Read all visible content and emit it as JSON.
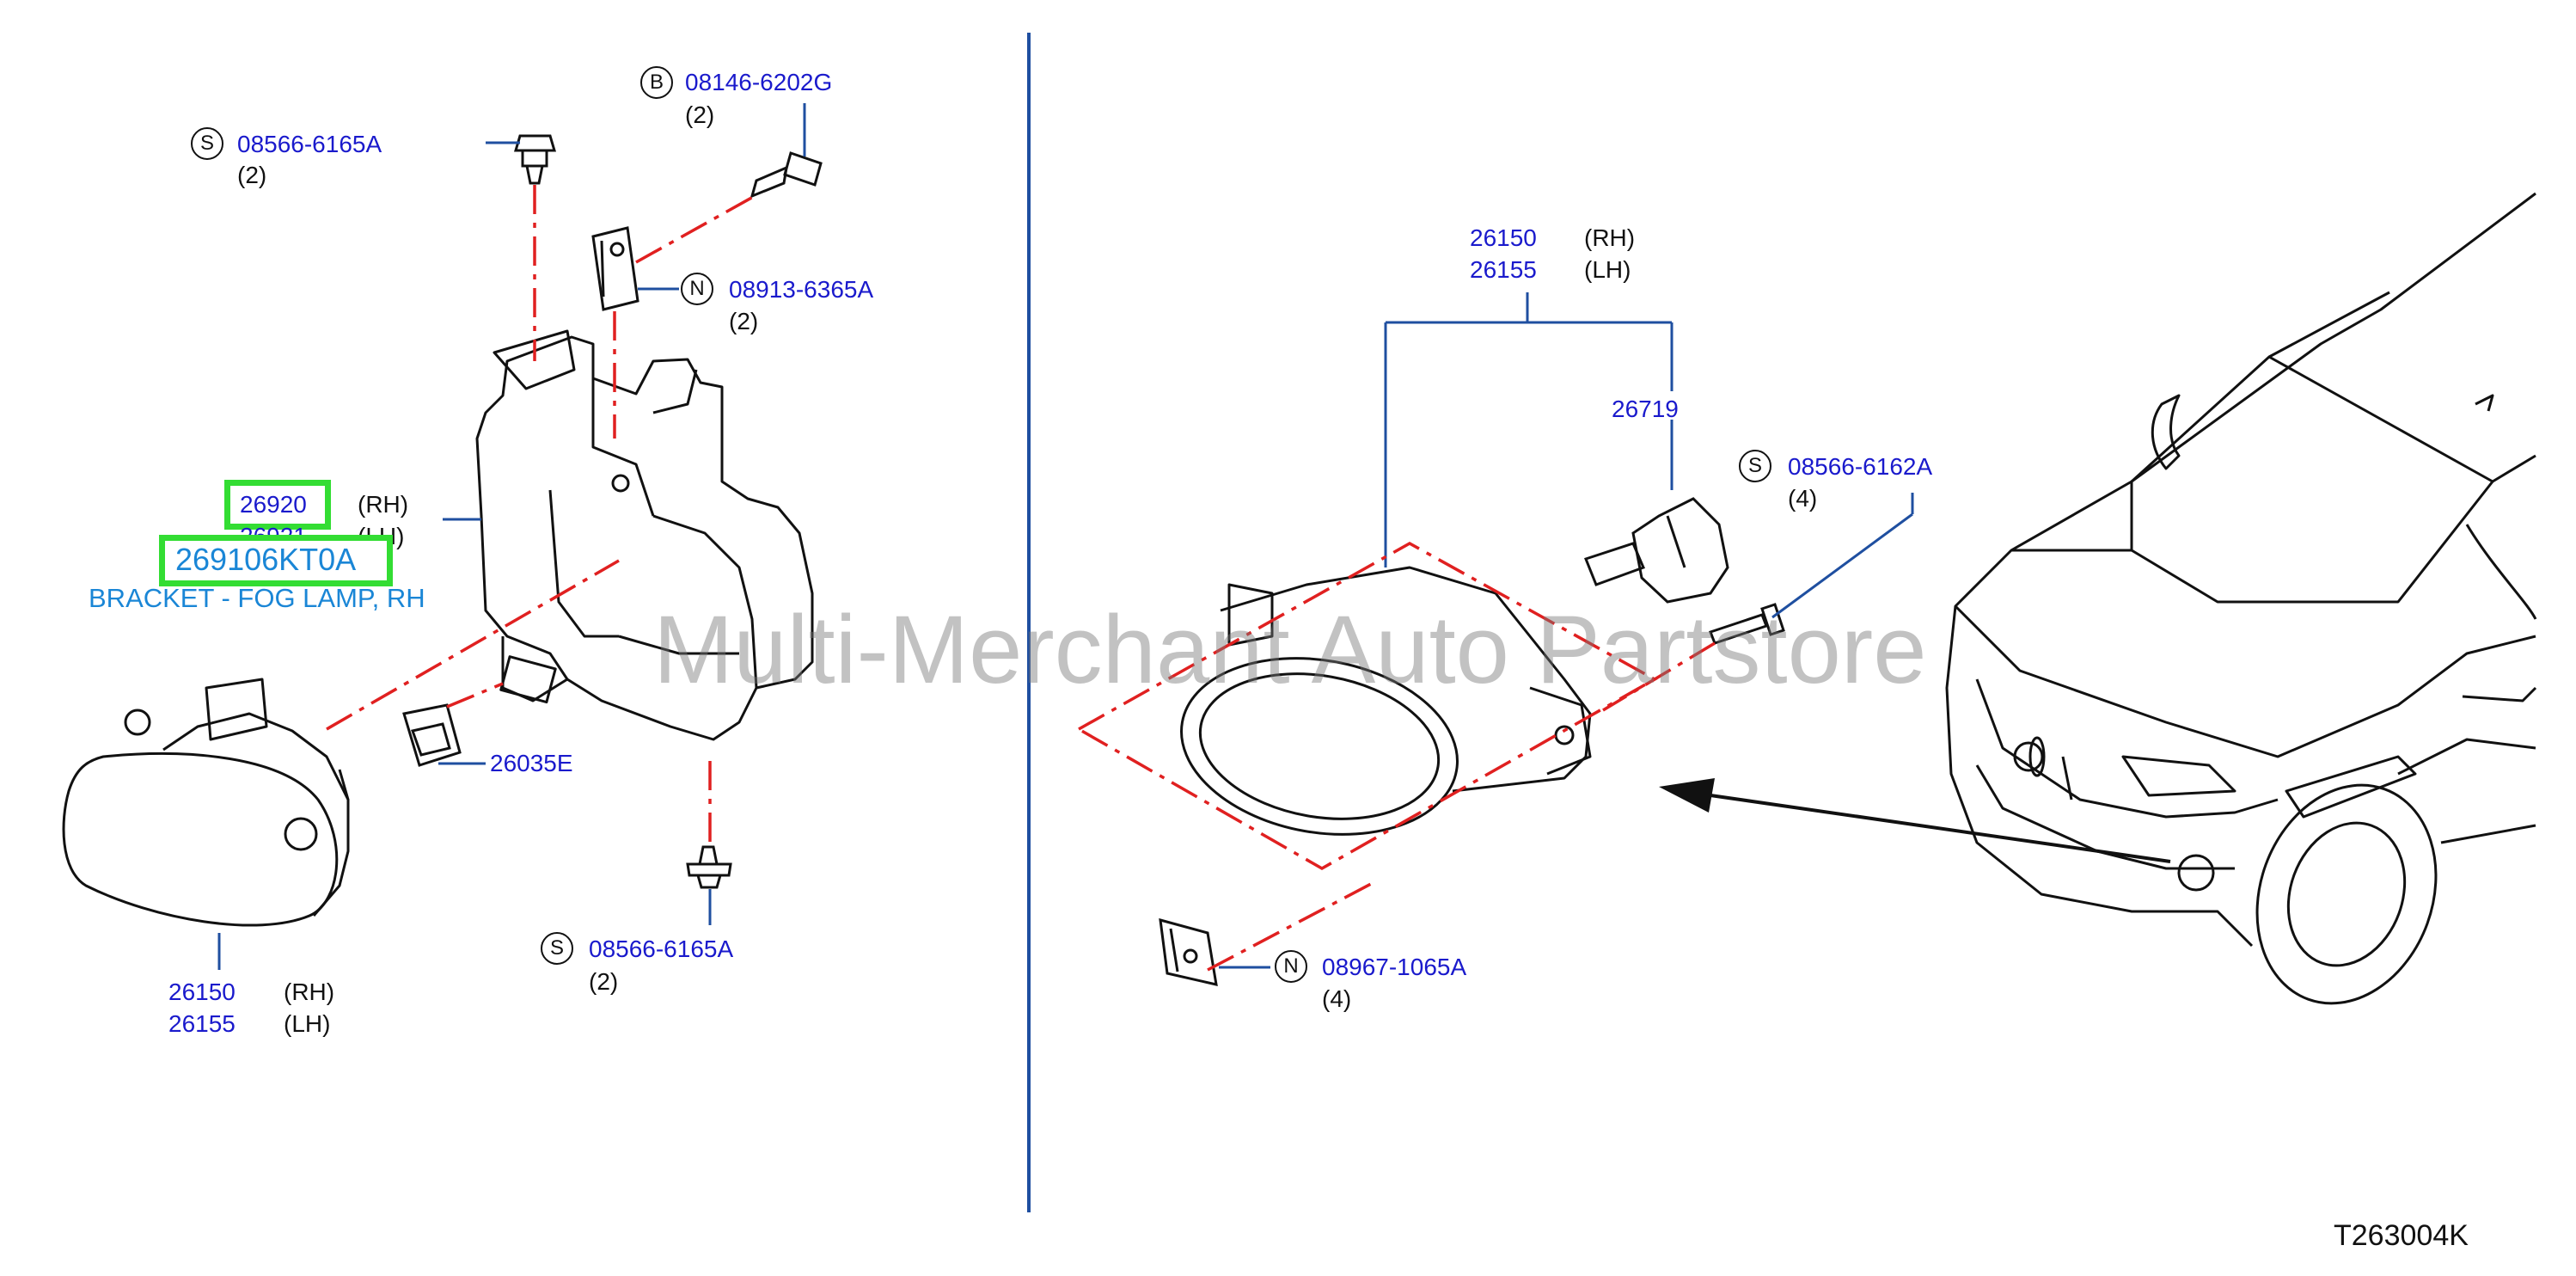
{
  "watermark": "Multi-Merchant Auto Partstore",
  "diagram_code": "T263004K",
  "colors": {
    "part_number": "#1a1acc",
    "leader": "#1f4fa0",
    "dash": "#e02020",
    "highlight": "#33dd33",
    "description": "#1a86d6"
  },
  "callouts": {
    "bolt_top_left": {
      "badge": "S",
      "part": "08566-6165A",
      "qty": "(2)"
    },
    "bolt_b": {
      "badge": "B",
      "part": "08146-6202G",
      "qty": "(2)"
    },
    "clip_n_top": {
      "badge": "N",
      "part": "08913-6365A",
      "qty": "(2)"
    },
    "bracket_rh": {
      "part": "26920",
      "side": "(RH)"
    },
    "bracket_lh": {
      "part": "26921",
      "side": "(LH)"
    },
    "selected_part": {
      "part": "269106KT0A",
      "description": "BRACKET - FOG LAMP, RH"
    },
    "connector": {
      "part": "26035E"
    },
    "bolt_bottom": {
      "badge": "S",
      "part": "08566-6165A",
      "qty": "(2)"
    },
    "lamp_left_rh": {
      "part": "26150",
      "side": "(RH)"
    },
    "lamp_left_lh": {
      "part": "26155",
      "side": "(LH)"
    },
    "lamp_right_rh": {
      "part": "26150",
      "side": "(RH)"
    },
    "lamp_right_lh": {
      "part": "26155",
      "side": "(LH)"
    },
    "bulb": {
      "part": "26719"
    },
    "screw_right": {
      "badge": "S",
      "part": "08566-6162A",
      "qty": "(4)"
    },
    "clip_n_bottom": {
      "badge": "N",
      "part": "08967-1065A",
      "qty": "(4)"
    }
  }
}
